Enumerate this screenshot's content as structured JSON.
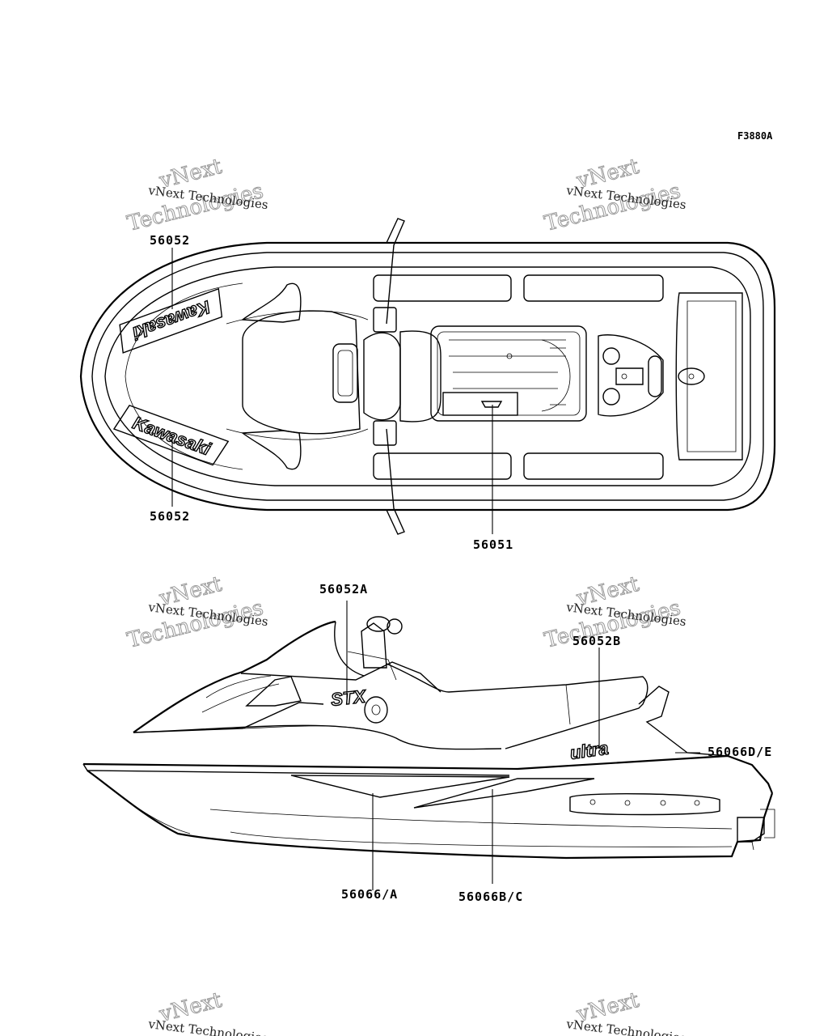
{
  "figure_id": "F3880A",
  "watermark": {
    "small": "vNext Technologies",
    "large_top": "vNext",
    "large_bottom": "Technologies"
  },
  "top_view": {
    "callouts": {
      "top_left": "56052",
      "bottom_left": "56052",
      "center": "56051"
    },
    "decal_text": "Kawasaki"
  },
  "side_view": {
    "callouts": {
      "upper": "56052A",
      "rear_upper": "56052B",
      "rear": "56066D/E",
      "hull_front": "56066/A",
      "hull_rear": "56066B/C"
    },
    "hood_badge": "STX",
    "side_badge": "ultra"
  }
}
